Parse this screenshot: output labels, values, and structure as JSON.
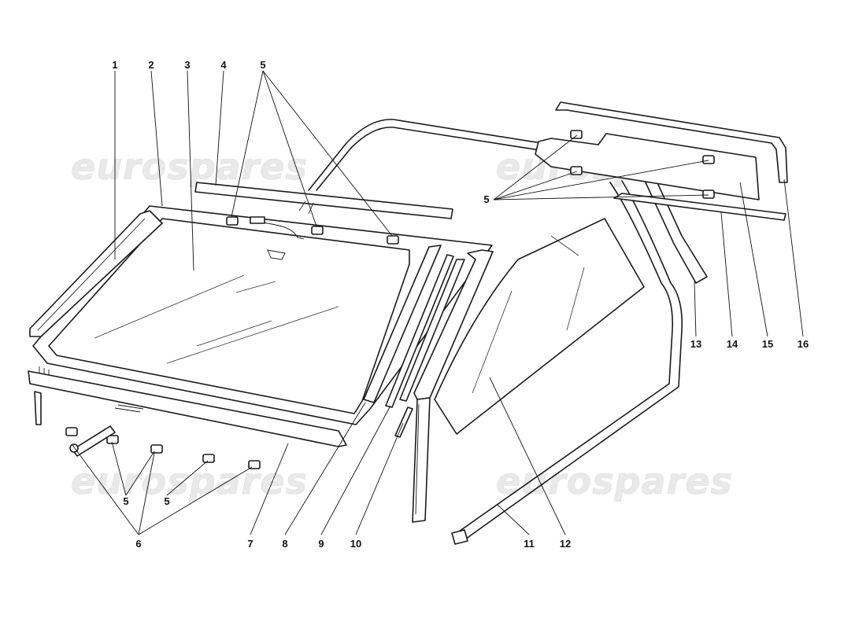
{
  "watermark": "eurospares",
  "callouts": [
    "1",
    "2",
    "3",
    "4",
    "5",
    "5",
    "5",
    "5",
    "6",
    "7",
    "8",
    "9",
    "10",
    "11",
    "12",
    "13",
    "14",
    "15",
    "16"
  ],
  "colors": {
    "ink": "#111111",
    "watermark": "#e6e6e6",
    "background": "#ffffff"
  }
}
